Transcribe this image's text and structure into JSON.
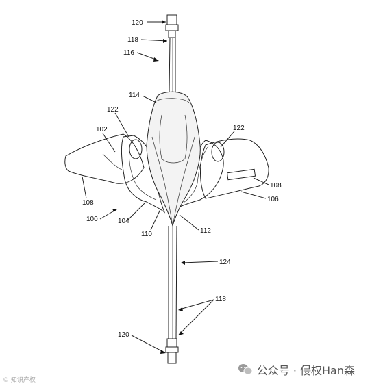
{
  "labels": {
    "l120_top": "120",
    "l118_top": "118",
    "l116": "116",
    "l114": "114",
    "l122_left": "122",
    "l102": "102",
    "l122_right": "122",
    "l108_right": "108",
    "l106": "106",
    "l108_left": "108",
    "l100": "100",
    "l104": "104",
    "l110": "110",
    "l112": "112",
    "l124": "124",
    "l118_bottom": "118",
    "l120_bottom": "120"
  },
  "watermark": {
    "right_text": "公众号 · 侵权Han森",
    "left_text": "© 知识产权"
  }
}
